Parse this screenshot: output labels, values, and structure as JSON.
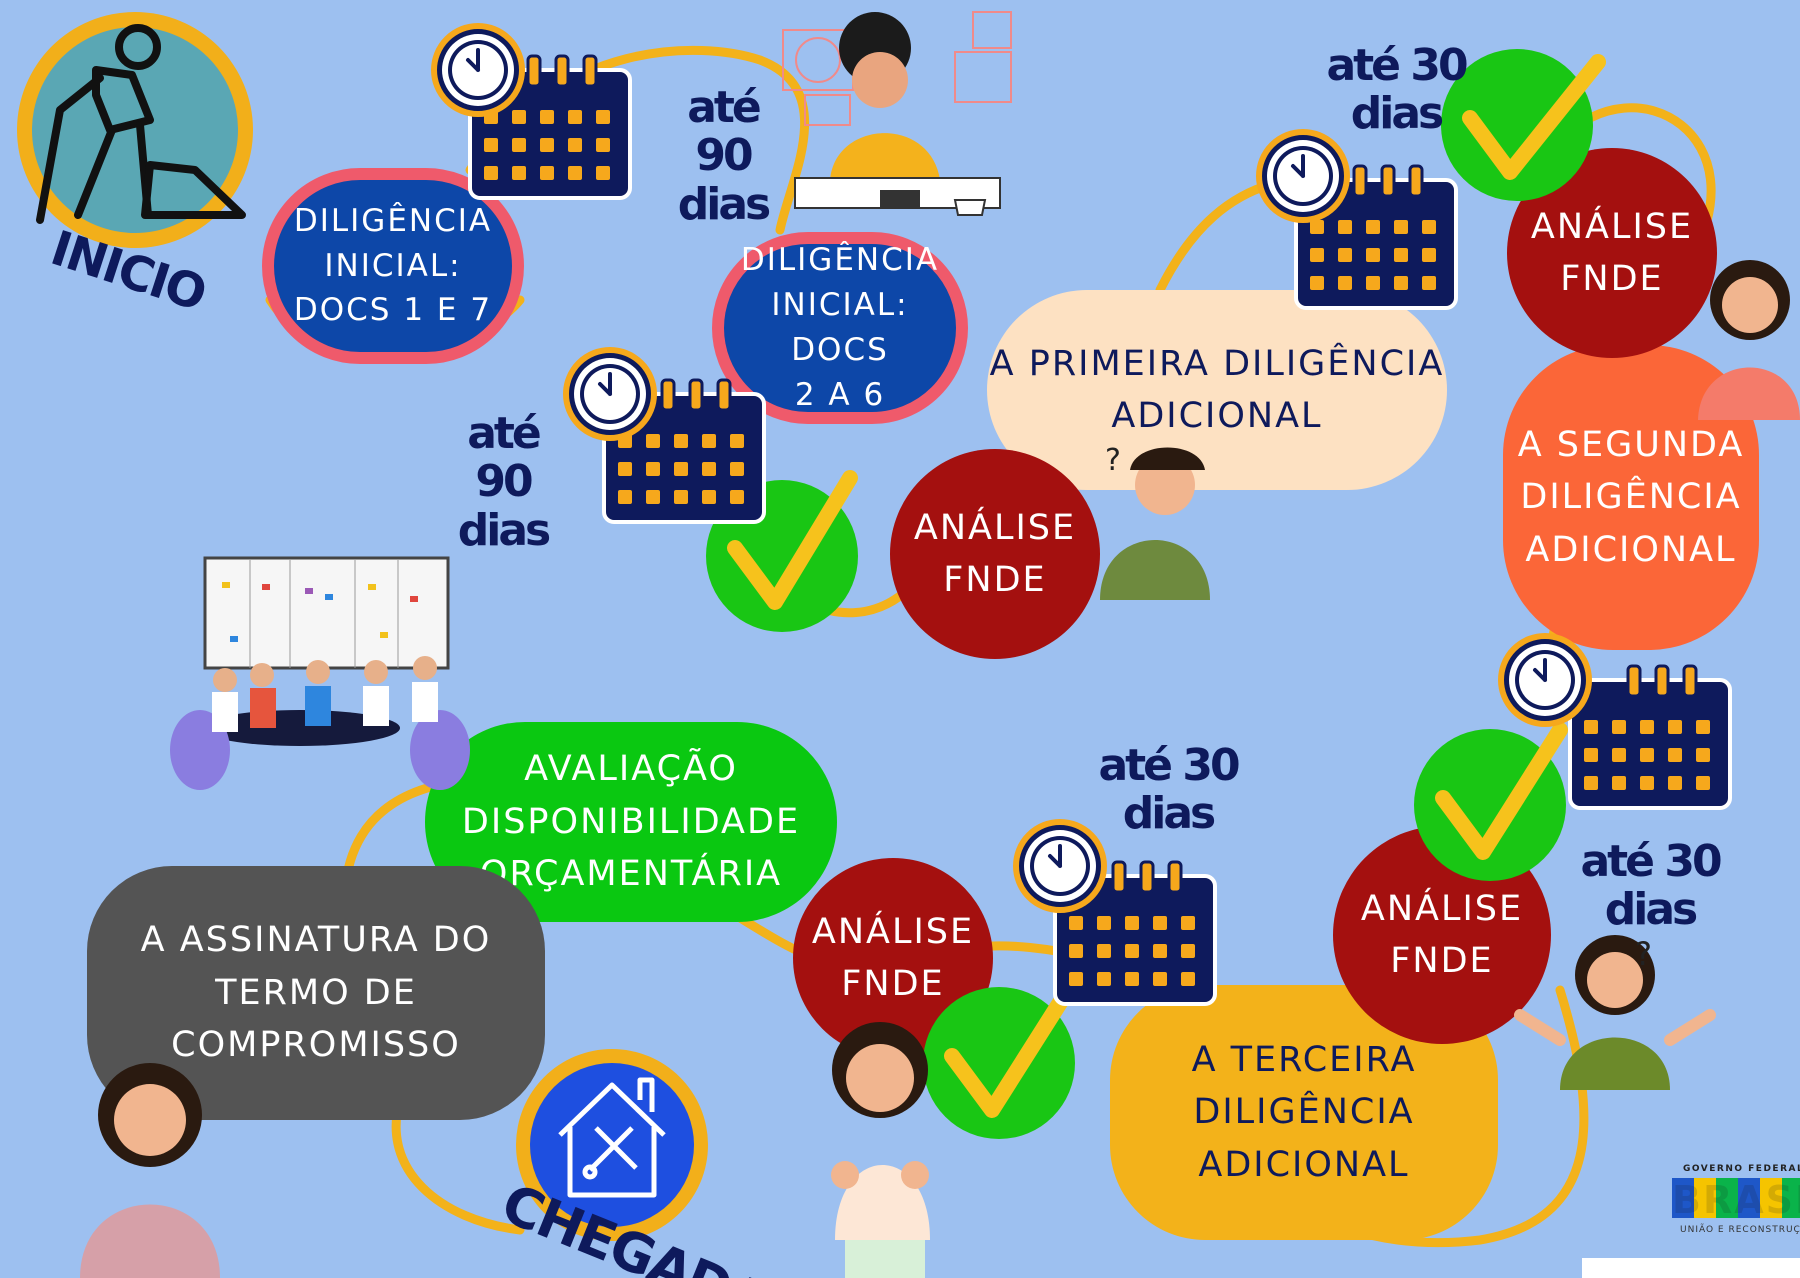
{
  "start_label": "INICIO",
  "end_label": "CHEGADA",
  "steps": {
    "initial1": "DILIGÊNCIA\nINICIAL:\nDOCS 1 E 7",
    "initial2": "DILIGÊNCIA\nINICIAL: DOCS\n2 A 6",
    "first_additional": "A PRIMEIRA DILIGÊNCIA\nADICIONAL",
    "second_additional": "A SEGUNDA\nDILIGÊNCIA\nADICIONAL",
    "third_additional": "A TERCEIRA\nDILIGÊNCIA\nADICIONAL",
    "budget": "AVALIAÇÃO\nDISPONIBILIDADE\nORÇAMENTÁRIA",
    "signature": "A ASSINATURA DO\nTERMO DE\nCOMPROMISSO"
  },
  "analysis_label": "ANÁLISE\nFNDE",
  "deadlines": {
    "d90_top": "até 90\ndias",
    "d90_mid": "até 90\ndias",
    "d30_top": "até 30\ndias",
    "d30_right": "até 30\ndias",
    "d30_bottom": "até 30\ndias"
  },
  "logo": {
    "top": "GOVERNO FEDERAL",
    "word": "BRASIL",
    "bottom": "UNIÃO E RECONSTRUÇÃO"
  },
  "colors": {
    "background": "#9dc0f0",
    "path": "#f3b21a",
    "analysis_red": "#a4100f",
    "dark_blue": "#0e1a5c",
    "check_green": "#19c614",
    "check_yellow": "#f6c21c",
    "initial_blue": "#0d47a8",
    "initial_border": "#ef5a6b",
    "first_pill": "#fde1c2",
    "second_pill": "#fb6638",
    "third_pill": "#f3b21a",
    "budget_pill": "#0ac811",
    "signature_pill": "#545454"
  },
  "icons": [
    "worker-shovel-icon",
    "house-tools-icon",
    "clock-icon",
    "calendar-icon",
    "checkmark-icon"
  ]
}
